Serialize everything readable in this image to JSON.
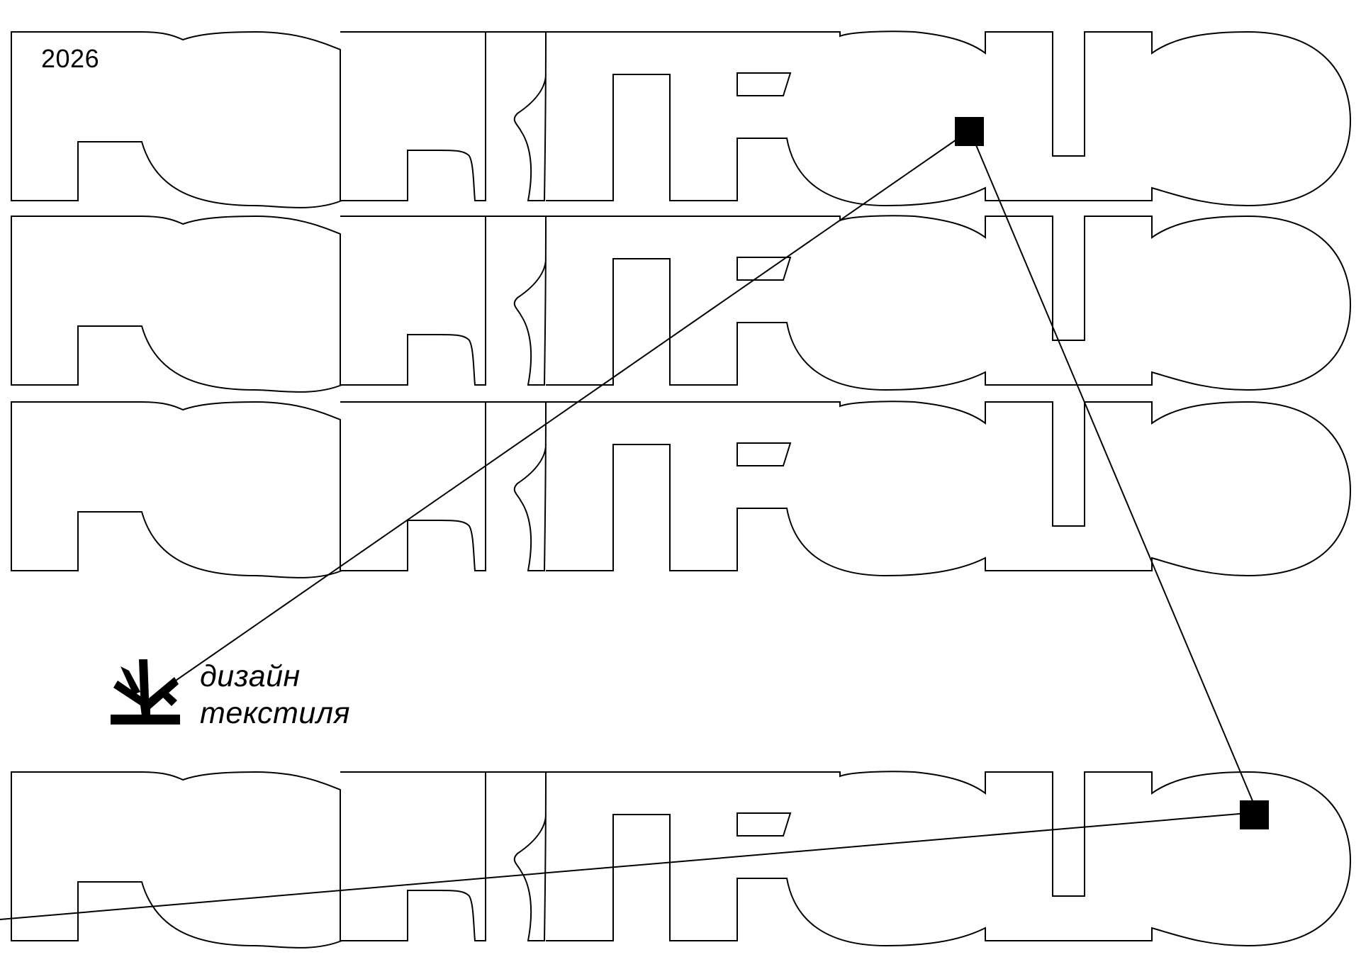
{
  "header": {
    "year": "2026"
  },
  "poster": {
    "word": "PORTFOLIO"
  },
  "brand": {
    "line1": "дизайн",
    "line2": "текстиля",
    "icon": "abstract-plant-mark"
  },
  "colors": {
    "background": "#ffffff",
    "ink": "#000000"
  }
}
